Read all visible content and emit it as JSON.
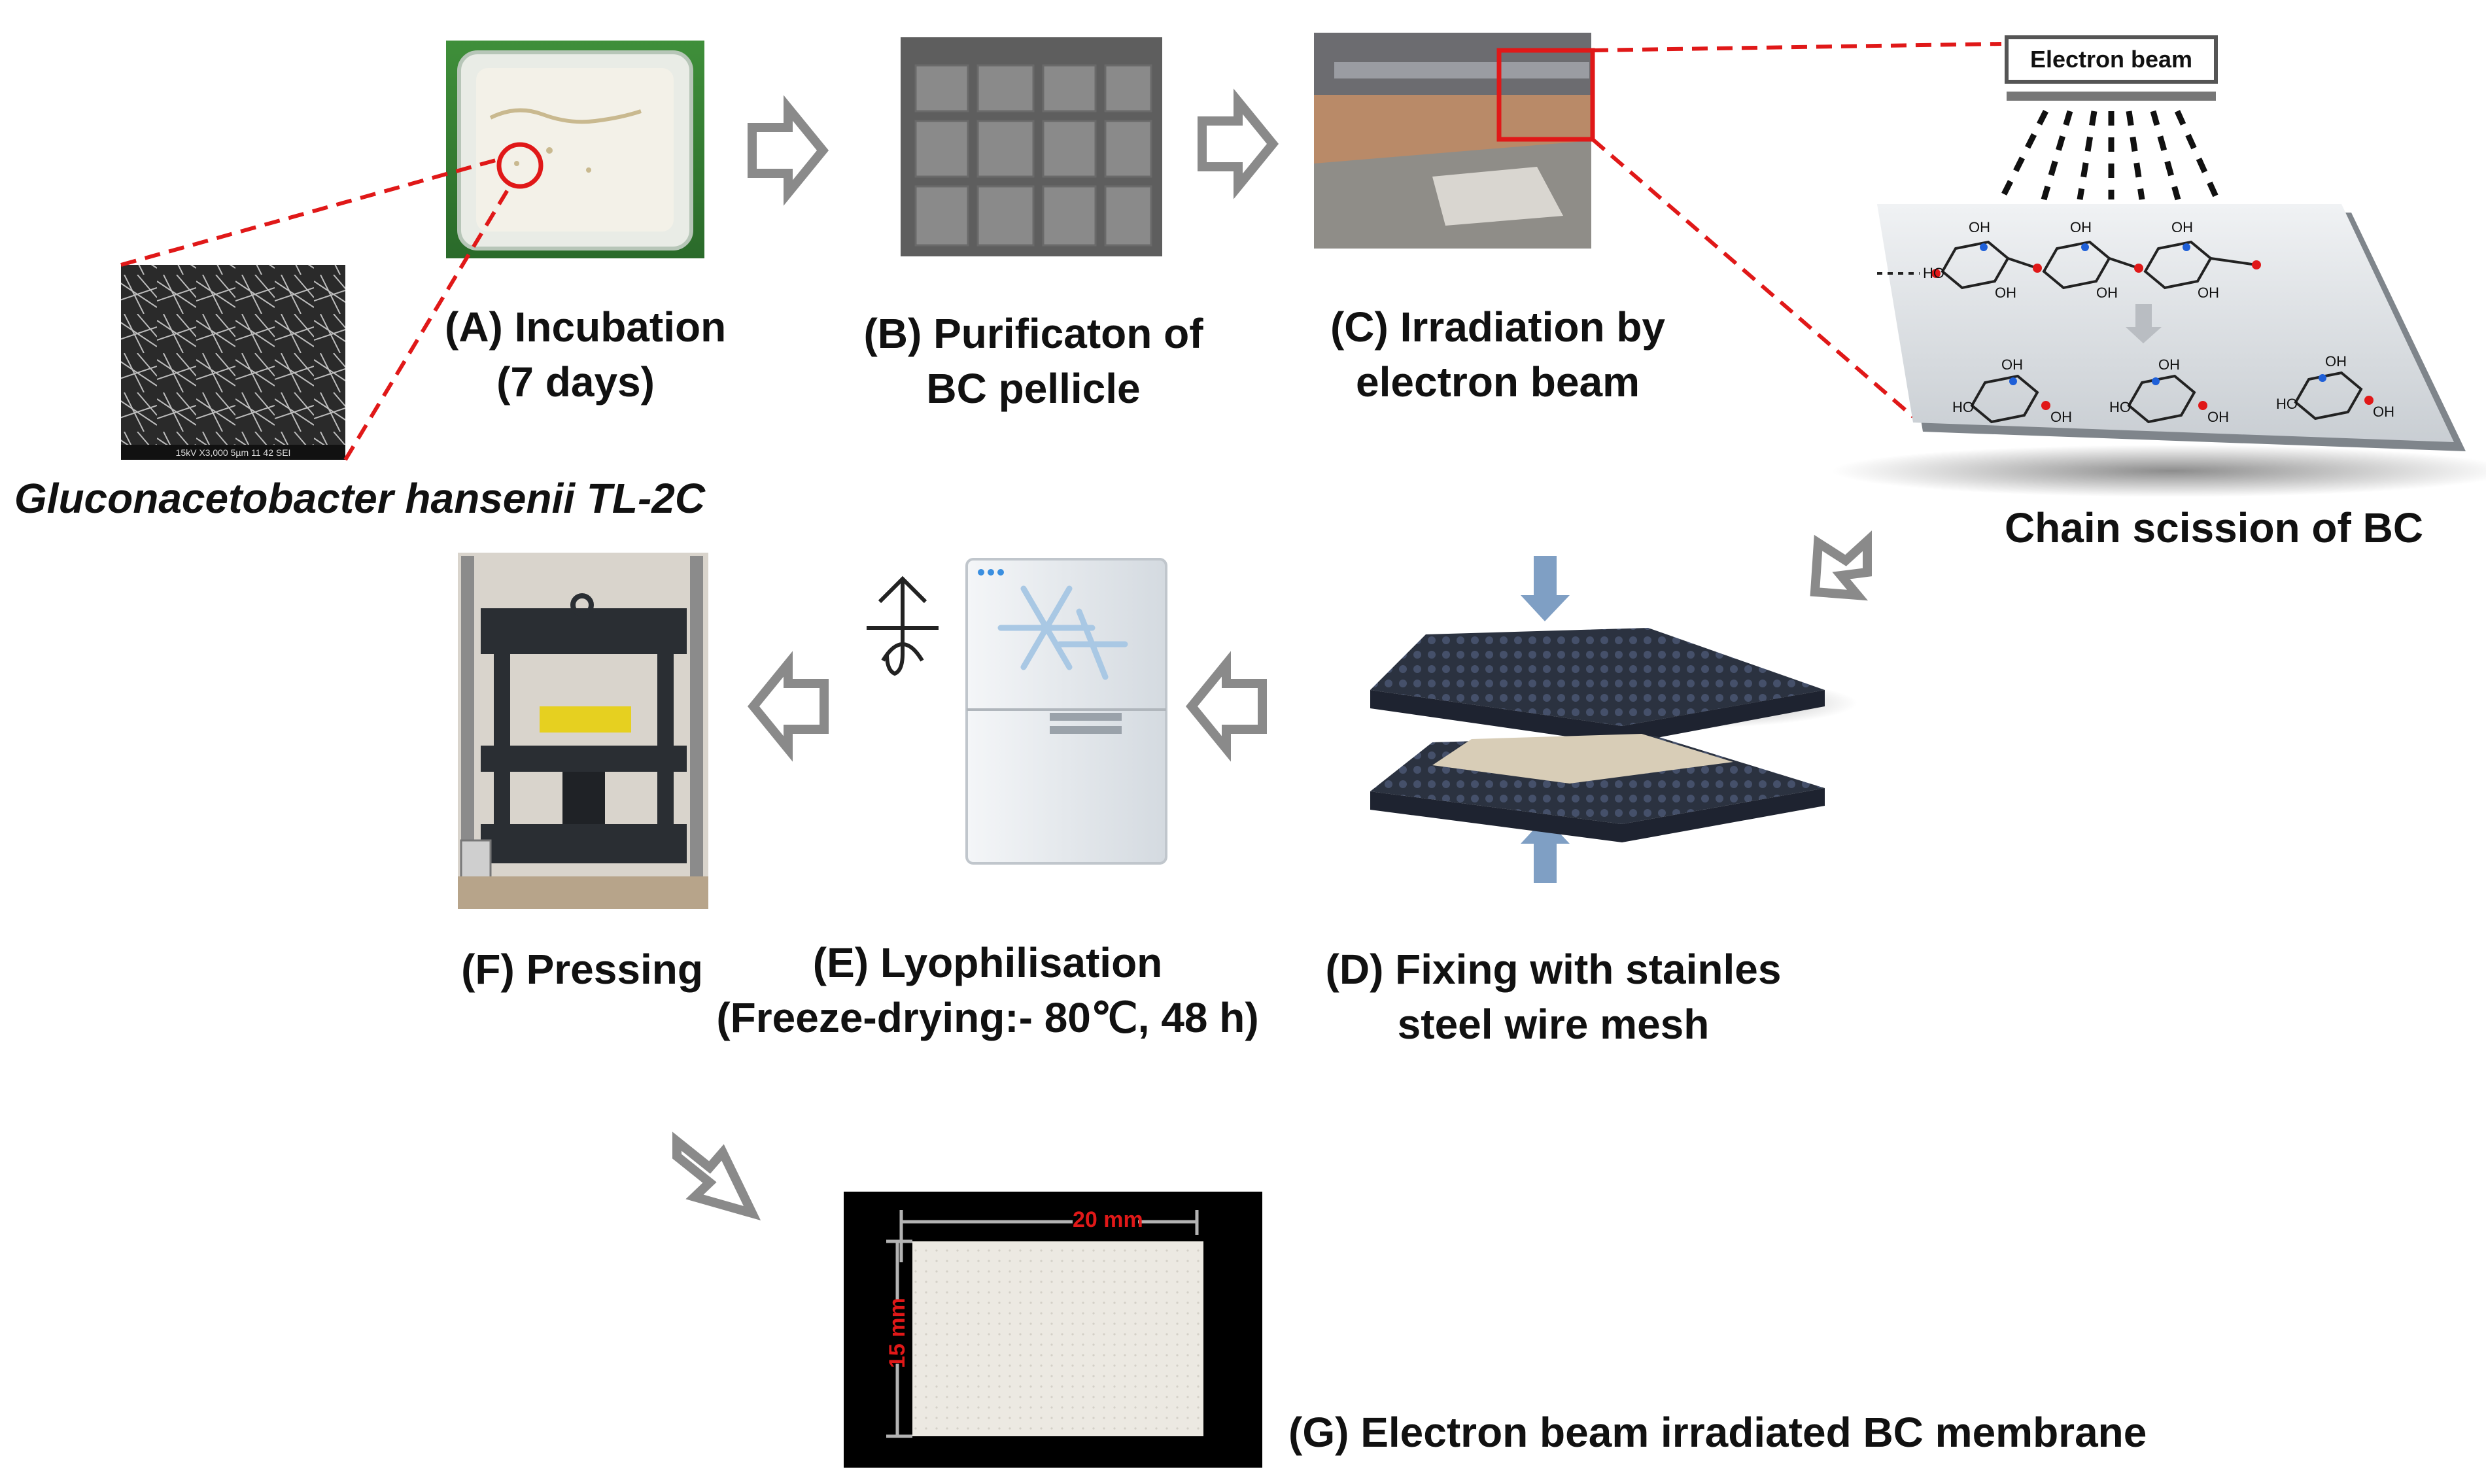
{
  "steps": {
    "a": {
      "line1": "(A) Incubation",
      "line2": "(7 days)"
    },
    "b": {
      "line1": "(B) Purificaton of",
      "line2": "BC pellicle"
    },
    "c": {
      "line1": "(C) Irradiation by",
      "line2": "electron beam"
    },
    "d": {
      "line1": "(D) Fixing with stainles",
      "line2": "steel wire mesh"
    },
    "e": {
      "line1": "(E) Lyophilisation",
      "line2": "(Freeze-drying:- 80℃, 48 h)"
    },
    "f": {
      "line1": "(F) Pressing"
    },
    "g": {
      "line1": "(G) Electron beam irradiated BC membrane"
    }
  },
  "organism": "Gluconacetobacter hansenii TL-2C",
  "sem_scale_text": "15kV  X3,000  5µm  11 42 SEI",
  "chain_scission": {
    "title": "Chain scission of BC",
    "beam_label": "Electron  beam",
    "hydroxyl": "OH",
    "hydroxyl_left": "HO"
  },
  "membrane": {
    "width_label": "20 mm",
    "height_label": "15 mm"
  },
  "colors": {
    "callout_red": "#e01818",
    "arrow_gray": "#8a8a8a",
    "mesh_dark": "#2b3240",
    "press_arrow": "#7f9fc4"
  }
}
